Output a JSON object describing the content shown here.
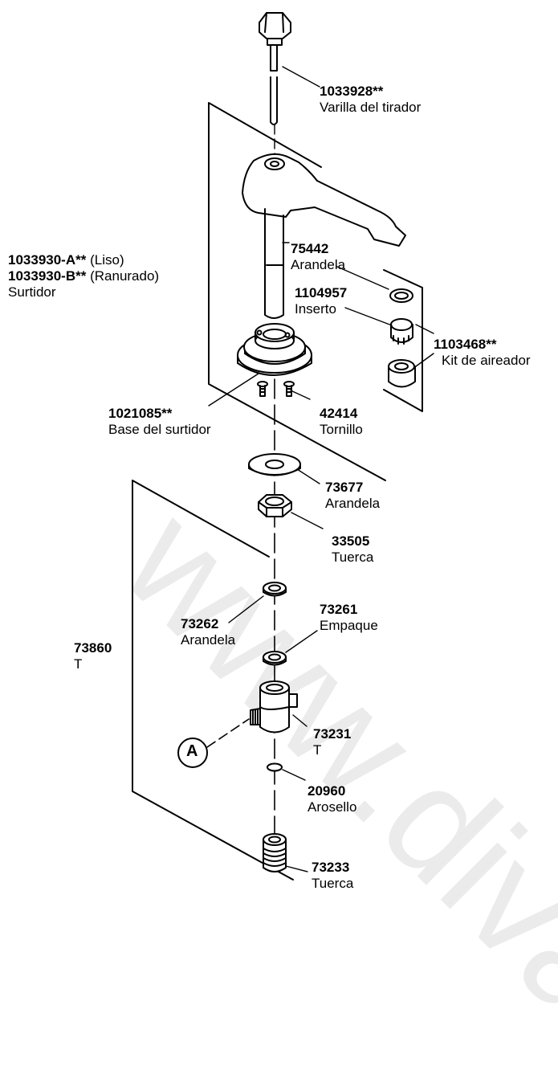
{
  "watermark": "www.divar",
  "callout": "A",
  "parts": {
    "rod": {
      "number": "1033928**",
      "name": "Varilla del tirador"
    },
    "spout": {
      "number_a": "1033930-A**",
      "suffix_a": "(Liso)",
      "number_b": "1033930-B**",
      "suffix_b": "(Ranurado)",
      "name": "Surtidor"
    },
    "washer1": {
      "number": "75442",
      "name": "Arandela"
    },
    "insert": {
      "number": "1104957",
      "name": "Inserto"
    },
    "aerator": {
      "number": "1103468**",
      "name": "Kit de aireador"
    },
    "base": {
      "number": "1021085**",
      "name": "Base del surtidor"
    },
    "screw": {
      "number": "42414",
      "name": "Tornillo"
    },
    "washer2": {
      "number": "73677",
      "name": "Arandela"
    },
    "nut1": {
      "number": "33505",
      "name": "Tuerca"
    },
    "gasket": {
      "number": "73261",
      "name": "Empaque"
    },
    "washer3": {
      "number": "73262",
      "name": "Arandela"
    },
    "tee_group": {
      "number": "73860",
      "name": "T"
    },
    "tee": {
      "number": "73231",
      "name": "T"
    },
    "oring": {
      "number": "20960",
      "name": "Arosello"
    },
    "nut2": {
      "number": "73233",
      "name": "Tuerca"
    }
  }
}
